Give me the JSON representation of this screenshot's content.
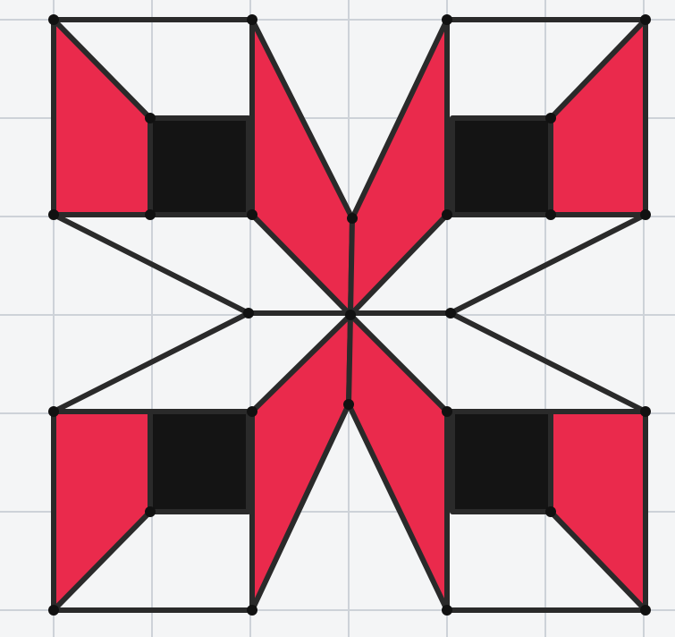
{
  "figure": {
    "kind": "grid-paper ornament drawing",
    "colors": {
      "paper": "#f4f5f6",
      "grid": "#cdd2d8",
      "red": "#ea2a4c",
      "black": "#141414",
      "ink": "#2a2a2a"
    },
    "parts": {
      "corner_blocks": [
        "top-left",
        "top-right",
        "bottom-left",
        "bottom-right"
      ],
      "petals": [
        "upper-left",
        "upper-right",
        "lower-left",
        "lower-right"
      ]
    }
  }
}
